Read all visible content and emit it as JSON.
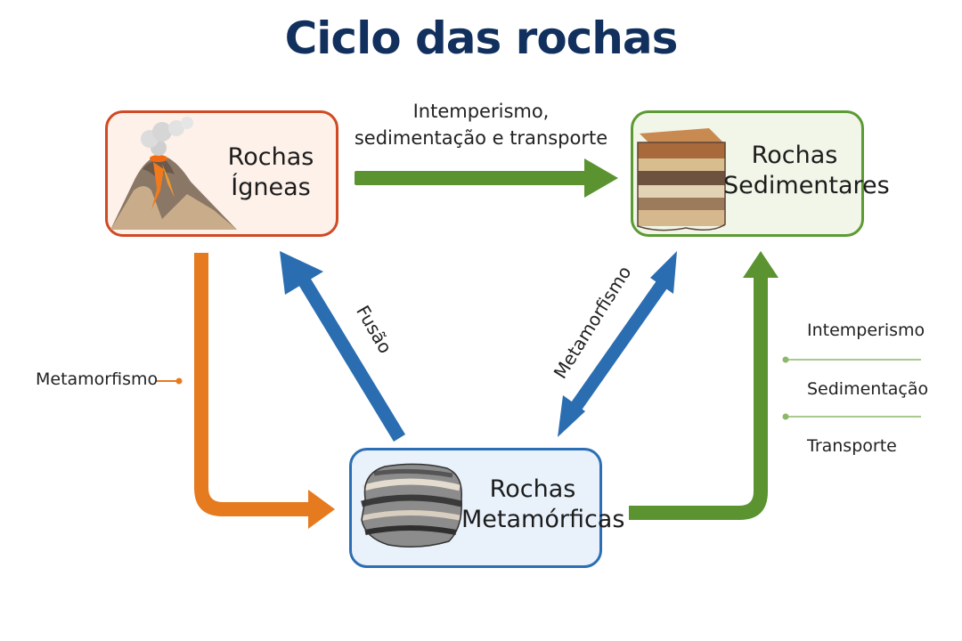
{
  "title": "Ciclo das rochas",
  "colors": {
    "title": "#12305d",
    "igneas_border": "#cf4a25",
    "igneas_fill": "#fdf1ea",
    "sedimentares_border": "#5c9a33",
    "sedimentares_fill": "#f1f6e8",
    "metamorficas_border": "#2c6eb5",
    "metamorficas_fill": "#e9f1fb",
    "arrow_green": "#5b9331",
    "arrow_blue": "#2a6db1",
    "arrow_orange": "#e67a1e"
  },
  "nodes": {
    "igneas": {
      "line1": "Rochas",
      "line2": "Ígneas",
      "icon": "volcano-icon"
    },
    "sedimentares": {
      "line1": "Rochas",
      "line2": "Sedimentares",
      "icon": "sedimentary-layers-icon"
    },
    "metamorficas": {
      "line1": "Rochas",
      "line2": "Metamórficas",
      "icon": "metamorphic-rock-icon"
    }
  },
  "edges": {
    "top_line1": "Intemperismo,",
    "top_line2": "sedimentação e transporte",
    "fusao": "Fusão",
    "metamorfismo_diag": "Metamorfismo",
    "metamorfismo_left": "Metamorfismo",
    "right_list": [
      "Intemperismo",
      "Sedimentação",
      "Transporte"
    ]
  }
}
